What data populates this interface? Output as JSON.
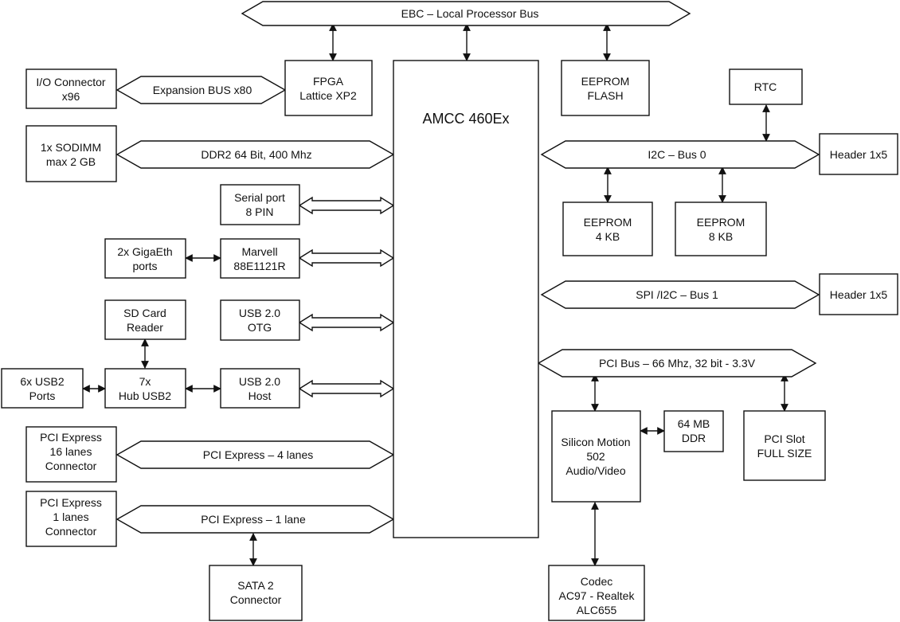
{
  "diagram": {
    "buses": {
      "ebc": "EBC – Local Processor Bus",
      "expansion": "Expansion BUS x80",
      "ddr2": "DDR2 64 Bit, 400 Mhz",
      "i2c0": "I2C – Bus 0",
      "spi_i2c1": "SPI /I2C – Bus 1",
      "pci": "PCI Bus – 66 Mhz, 32 bit - 3.3V",
      "pcie4": "PCI Express – 4 lanes",
      "pcie1": "PCI Express – 1 lane"
    },
    "blocks": {
      "cpu": [
        "AMCC 460Ex"
      ],
      "io_connector": [
        "I/O Connector",
        "x96"
      ],
      "fpga": [
        "FPGA",
        "Lattice XP2"
      ],
      "eeprom_flash": [
        "EEPROM",
        "FLASH"
      ],
      "rtc": [
        "RTC"
      ],
      "sodimm": [
        "1x SODIMM",
        "max 2 GB"
      ],
      "header_i2c0": [
        "Header 1x5"
      ],
      "header_spi": [
        "Header 1x5"
      ],
      "eeprom_4kb": [
        "EEPROM",
        "4 KB"
      ],
      "eeprom_8kb": [
        "EEPROM",
        "8 KB"
      ],
      "serial": [
        "Serial port",
        "8 PIN"
      ],
      "gigaeth": [
        "2x GigaEth",
        "ports"
      ],
      "marvell": [
        "Marvell",
        "88E1121R"
      ],
      "sd_card": [
        "SD Card",
        "Reader"
      ],
      "usb_otg": [
        "USB 2.0",
        "OTG"
      ],
      "usb_ports": [
        "6x USB2",
        "Ports"
      ],
      "usb_hub": [
        "7x",
        "Hub USB2"
      ],
      "usb_host": [
        "USB 2.0",
        "Host"
      ],
      "pcie16_conn": [
        "PCI Express",
        "16 lanes",
        "Connector"
      ],
      "pcie1_conn": [
        "PCI Express",
        "1 lanes",
        "Connector"
      ],
      "sata": [
        "SATA 2",
        "Connector"
      ],
      "silicon_motion": [
        "Silicon Motion",
        "502",
        "Audio/Video"
      ],
      "ddr_64mb": [
        "64 MB",
        "DDR"
      ],
      "pci_slot": [
        "PCI Slot",
        "FULL SIZE"
      ],
      "codec": [
        "Codec",
        "AC97 - Realtek",
        "ALC655"
      ]
    }
  }
}
